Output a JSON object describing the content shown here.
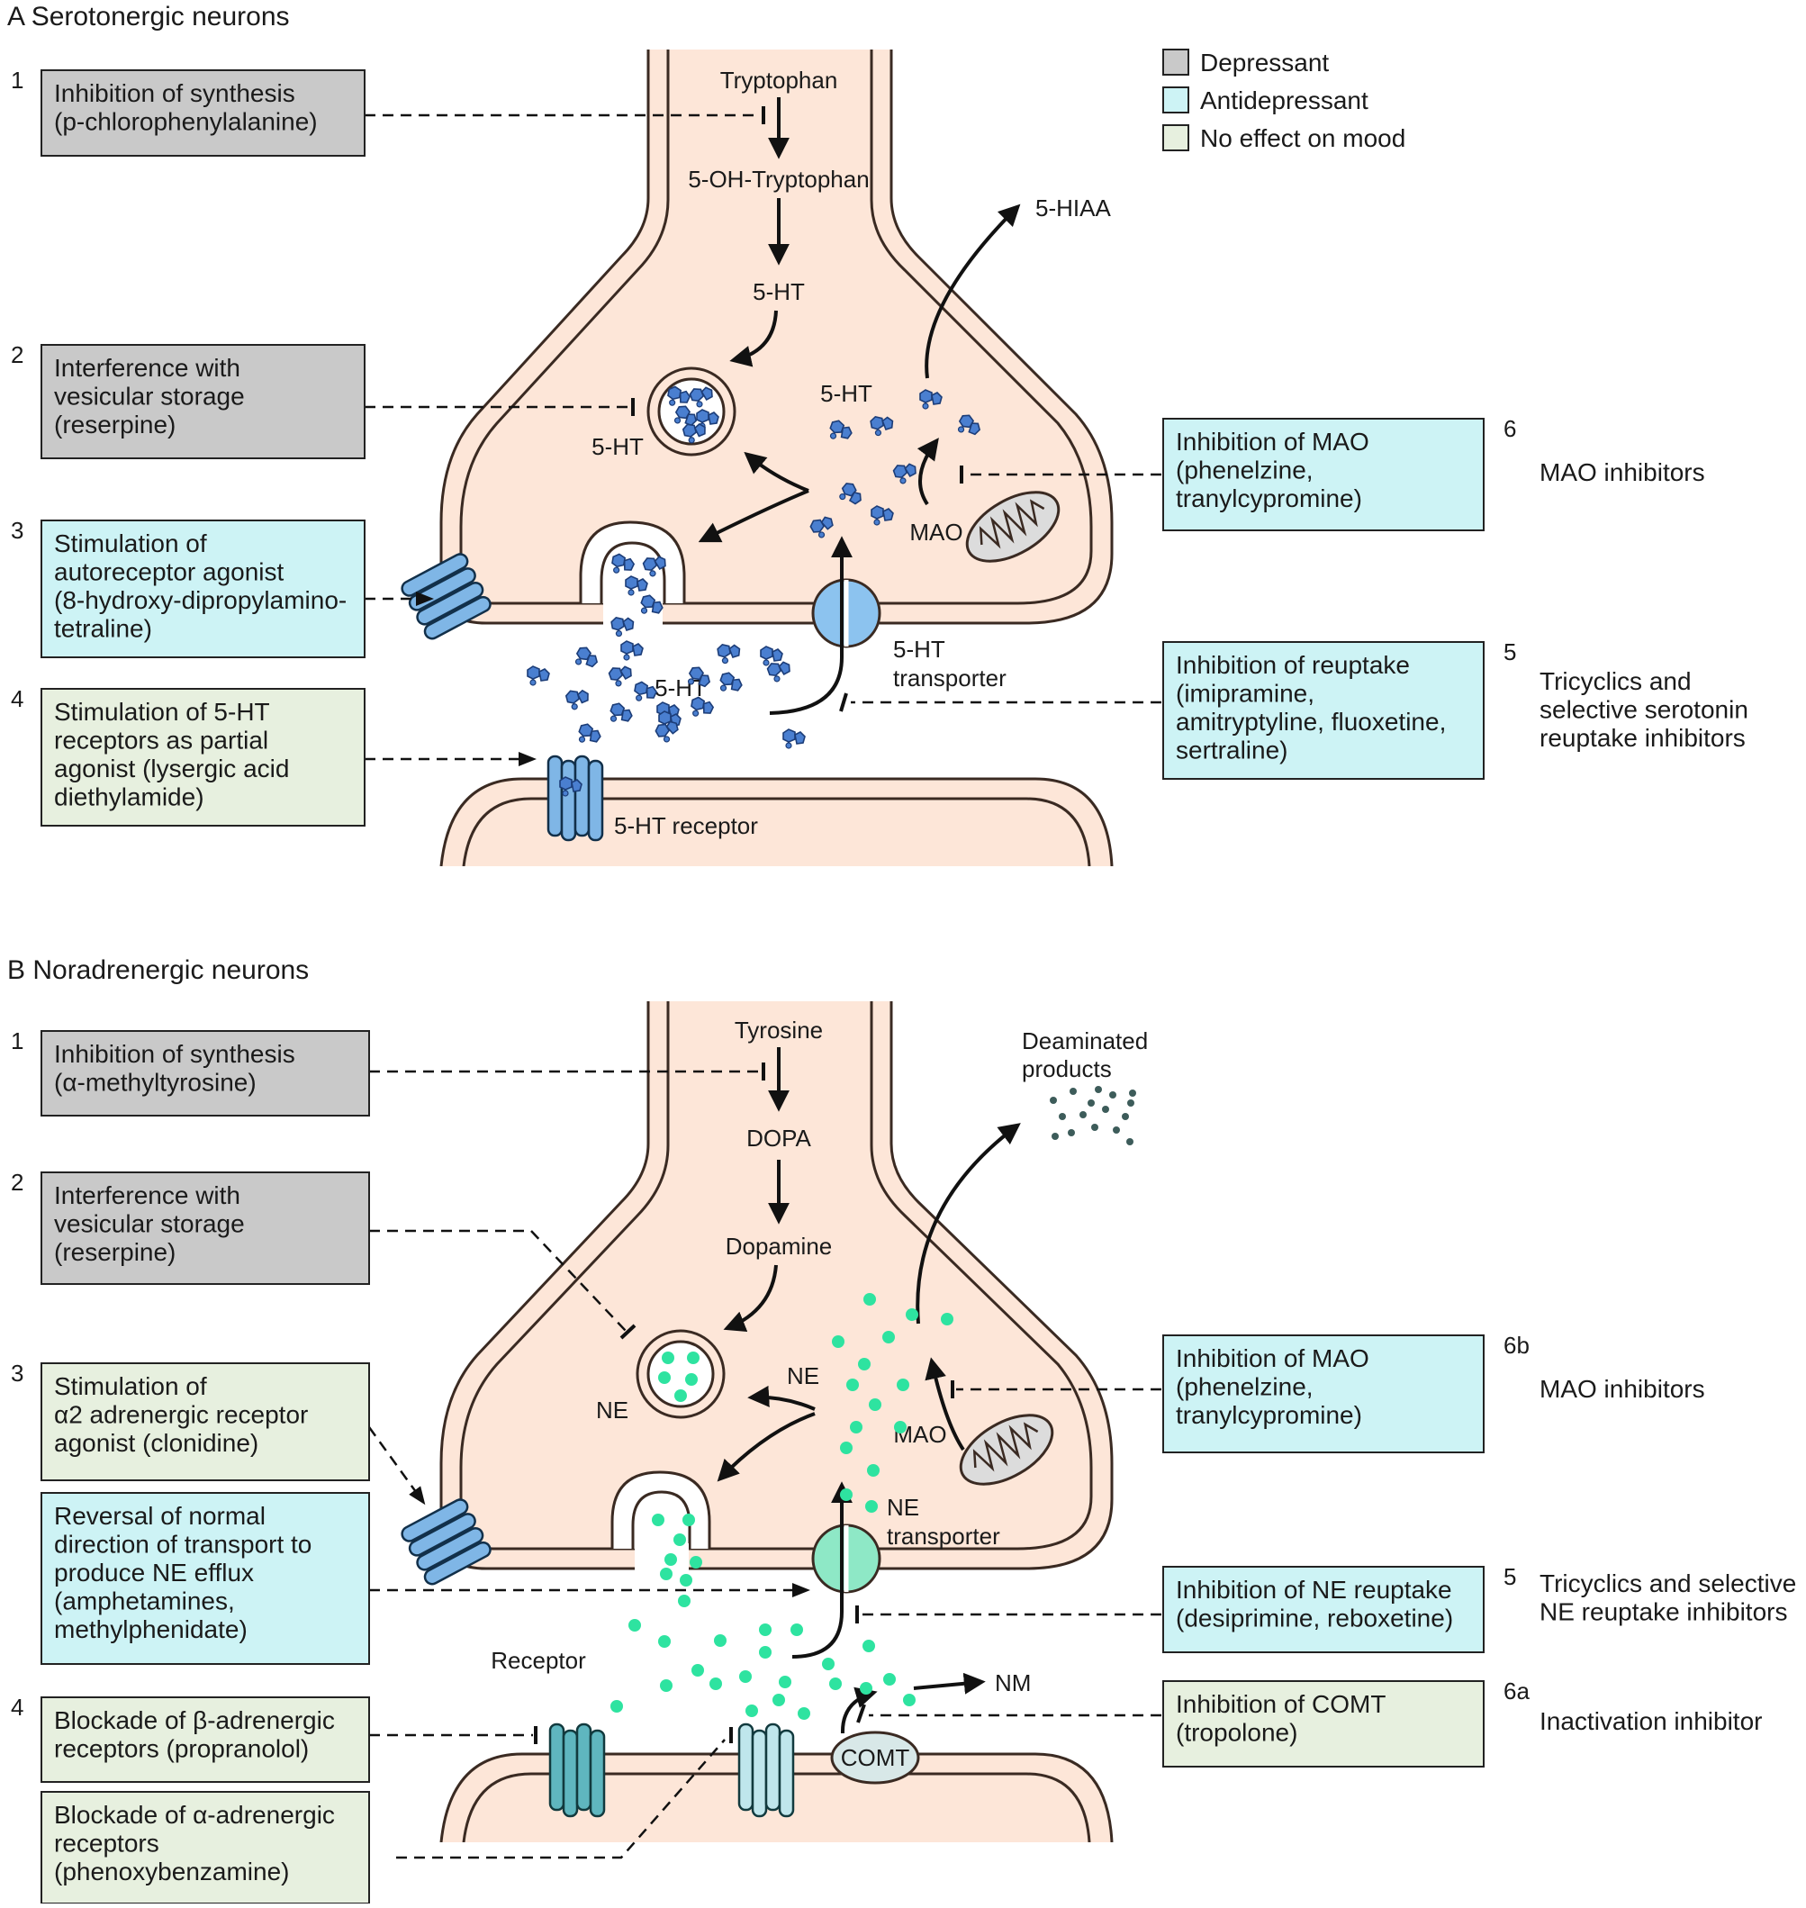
{
  "colors": {
    "depressant": "#c9c9c9",
    "antidepressant": "#cdf3f5",
    "no_effect": "#e7f0df",
    "neuron_fill": "#fde6d8",
    "neuron_stroke": "#3a2a22",
    "serotonin": "#4a7fd0",
    "norepinephrine": "#2ee3a0",
    "deaminated": "#3d5c5a",
    "receptor_blue": "#7fb6e6",
    "receptor_teal": "#5fb6bf",
    "transporter_blue": "#8cc3ef",
    "transporter_green": "#8ee8c6",
    "mito": "#dcdcdc",
    "comt": "#d8e8e8"
  },
  "legend": [
    {
      "key": "depressant",
      "label": "Depressant"
    },
    {
      "key": "antidepressant",
      "label": "Antidepressant"
    },
    {
      "key": "no_effect",
      "label": "No effect on mood"
    }
  ],
  "panel_a": {
    "title": "A  Serotonergic neurons",
    "pathway": [
      "Tryptophan",
      "5-OH-Tryptophan",
      "5-HT"
    ],
    "labels": {
      "vesicle_5ht": "5-HT",
      "cytosol_5ht": "5-HT",
      "cleft_5ht": "5-HT",
      "hiaa": "5-HIAA",
      "mao": "MAO",
      "transporter": [
        "5-HT",
        "transporter"
      ],
      "receptor": "5-HT receptor"
    },
    "left_boxes": [
      {
        "num": "1",
        "type": "depressant",
        "lines": [
          "Inhibition of synthesis",
          "(p-chlorophenylalanine)"
        ]
      },
      {
        "num": "2",
        "type": "depressant",
        "lines": [
          "Interference with",
          "vesicular storage",
          "(reserpine)"
        ]
      },
      {
        "num": "3",
        "type": "antidepressant",
        "lines": [
          "Stimulation of",
          "autoreceptor agonist",
          "(8-hydroxy-dipropylamino-",
          "tetraline)"
        ]
      },
      {
        "num": "4",
        "type": "no_effect",
        "lines": [
          "Stimulation of 5-HT",
          "receptors as partial",
          "agonist (lysergic acid",
          "diethylamide)"
        ]
      }
    ],
    "right_boxes": [
      {
        "num": "6",
        "type": "antidepressant",
        "lines": [
          "Inhibition of  MAO",
          "(phenelzine,",
          "tranylcypromine)"
        ],
        "class_lines": [
          "MAO inhibitors"
        ]
      },
      {
        "num": "5",
        "type": "antidepressant",
        "lines": [
          "Inhibition of reuptake",
          "(imipramine,",
          "amitryptyline, fluoxetine,",
          "sertraline)"
        ],
        "class_lines": [
          "Tricyclics and",
          "selective serotonin",
          "reuptake inhibitors"
        ]
      }
    ]
  },
  "panel_b": {
    "title": "B  Noradrenergic neurons",
    "pathway": [
      "Tyrosine",
      "DOPA",
      "Dopamine"
    ],
    "labels": {
      "vesicle_ne": "NE",
      "cytosol_ne": "NE",
      "deaminated": [
        "Deaminated",
        "products"
      ],
      "mao": "MAO",
      "transporter": [
        "NE",
        "transporter"
      ],
      "receptor": "Receptor",
      "nm": "NM",
      "comt": "COMT"
    },
    "left_boxes": [
      {
        "num": "1",
        "type": "depressant",
        "lines": [
          "Inhibition of synthesis",
          "(α-methyltyrosine)"
        ]
      },
      {
        "num": "2",
        "type": "depressant",
        "lines": [
          "Interference with",
          "vesicular storage",
          "(reserpine)"
        ]
      },
      {
        "num": "3",
        "type": "no_effect",
        "lines": [
          "Stimulation of",
          "α2 adrenergic receptor",
          "agonist (clonidine)"
        ]
      },
      {
        "num": "",
        "type": "antidepressant",
        "lines": [
          "Reversal of normal",
          "direction of transport to",
          "produce NE efflux",
          "(amphetamines,",
          "methylphenidate)"
        ]
      },
      {
        "num": "4",
        "type": "no_effect",
        "lines": [
          "Blockade of β-adrenergic",
          "receptors (propranolol)"
        ]
      },
      {
        "num": "",
        "type": "no_effect",
        "lines": [
          "Blockade of α-adrenergic",
          "receptors",
          "(phenoxybenzamine)"
        ]
      }
    ],
    "right_boxes": [
      {
        "num": "6b",
        "type": "antidepressant",
        "lines": [
          "Inhibition of MAO",
          "(phenelzine,",
          "tranylcypromine)"
        ],
        "class_lines": [
          "MAO inhibitors"
        ]
      },
      {
        "num": "5",
        "type": "antidepressant",
        "lines": [
          "Inhibition of NE reuptake",
          "(desiprimine,  reboxetine)"
        ],
        "class_lines": [
          "Tricyclics and selective",
          "NE reuptake inhibitors"
        ]
      },
      {
        "num": "6a",
        "type": "no_effect",
        "lines": [
          "Inhibition of COMT",
          "(tropolone)"
        ],
        "class_lines": [
          "Inactivation inhibitor"
        ]
      }
    ]
  }
}
